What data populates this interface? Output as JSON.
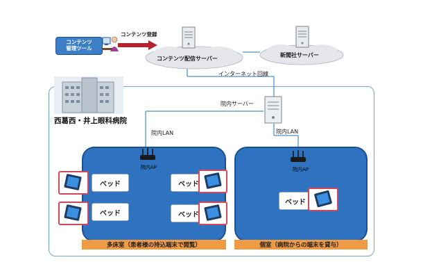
{
  "cms": {
    "line1": "コンテンツ",
    "line2": "管理ツール",
    "upload_label": "コンテンツ登録"
  },
  "clouds": {
    "content_server": "コンテンツ配信サーバー",
    "newspaper_server": "新聞社サーバー"
  },
  "links": {
    "internet": "インターネット回線",
    "lan_left": "院内LAN",
    "lan_right": "院内LAN"
  },
  "hospital": {
    "name": "西葛西・井上眼科病院",
    "server": "院内サーバー"
  },
  "rooms": {
    "left": {
      "ap": "院内AP",
      "caption": "多床室（患者様の持込端末で閲覧）",
      "beds": [
        "ベッド",
        "ベッド",
        "ベッド",
        "ベッド"
      ]
    },
    "right": {
      "ap": "院内AP",
      "caption": "個室（病院からの端末を貸与）",
      "beds": [
        "ベッド"
      ]
    }
  },
  "colors": {
    "room": "#2e72c0",
    "frame": "#6fa3c7",
    "caption": "#ef9a45",
    "tablet_frame": "#d2485a",
    "arrow": "#b3242e"
  },
  "icons": [
    "server-icon",
    "cloud-icon",
    "access-point-icon",
    "tablet-icon",
    "person-at-pc-icon",
    "hospital-building-icon"
  ]
}
